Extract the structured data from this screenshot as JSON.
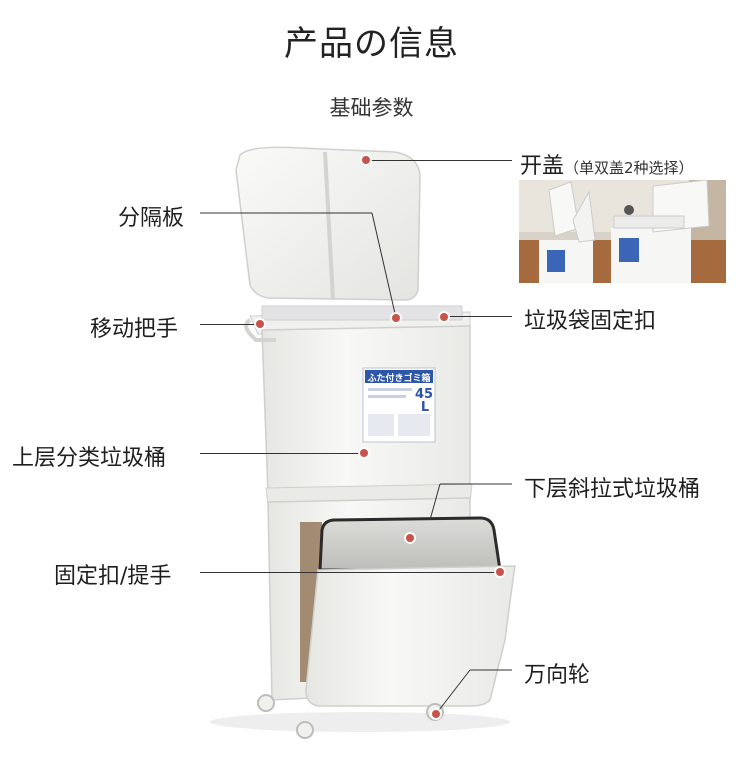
{
  "header": {
    "title": "产品の信息",
    "subtitle": "基础参数"
  },
  "callouts": {
    "lid": {
      "label": "开盖",
      "note": "（单双盖2种选择）"
    },
    "divider": {
      "label": "分隔板"
    },
    "handle": {
      "label": "移动把手"
    },
    "bag_clip": {
      "label": "垃圾袋固定扣"
    },
    "upper_bin": {
      "label": "上层分类垃圾桶"
    },
    "lower_bin": {
      "label": "下层斜拉式垃圾桶"
    },
    "clip_grip": {
      "label": "固定扣/提手"
    },
    "wheel": {
      "label": "万向轮"
    }
  },
  "product_label": {
    "brand_line": "ふた付きゴミ箱",
    "capacity": "45",
    "unit": "L"
  },
  "colors": {
    "dot": "#c8534a",
    "bin": "#f4f4f2",
    "bin_shadow": "#d9d9d6"
  }
}
